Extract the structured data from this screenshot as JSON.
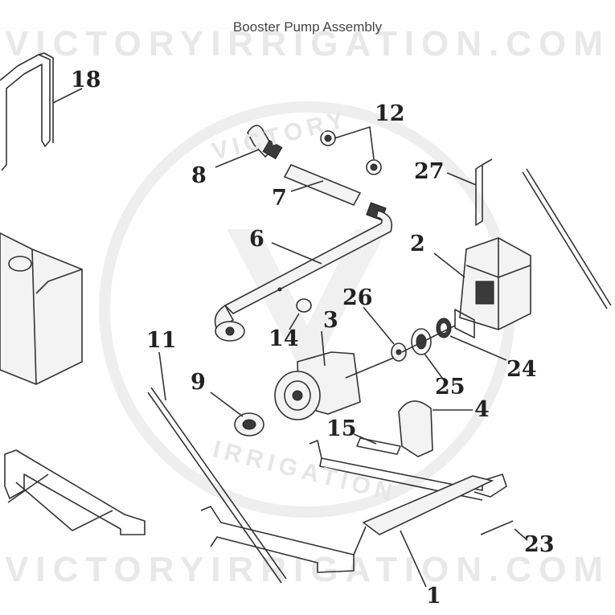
{
  "title": "Booster Pump Assembly",
  "watermark": {
    "top_text": "VICTORYIRRIGATION.COM",
    "bottom_text": "VICTORYIRRIGATION.COM",
    "logo_arc_top": "VICTORY",
    "logo_arc_bottom": "IRRIGATION",
    "logo_letter": "V"
  },
  "callouts": [
    {
      "id": "c1",
      "label": "1"
    },
    {
      "id": "c2",
      "label": "2"
    },
    {
      "id": "c3",
      "label": "3"
    },
    {
      "id": "c4",
      "label": "4"
    },
    {
      "id": "c6",
      "label": "6"
    },
    {
      "id": "c7",
      "label": "7"
    },
    {
      "id": "c8",
      "label": "8"
    },
    {
      "id": "c9",
      "label": "9"
    },
    {
      "id": "c11",
      "label": "11"
    },
    {
      "id": "c12",
      "label": "12"
    },
    {
      "id": "c14",
      "label": "14"
    },
    {
      "id": "c15",
      "label": "15"
    },
    {
      "id": "c18",
      "label": "18"
    },
    {
      "id": "c23",
      "label": "23"
    },
    {
      "id": "c24",
      "label": "24"
    },
    {
      "id": "c25",
      "label": "25"
    },
    {
      "id": "c26",
      "label": "26"
    },
    {
      "id": "c27",
      "label": "27"
    }
  ]
}
